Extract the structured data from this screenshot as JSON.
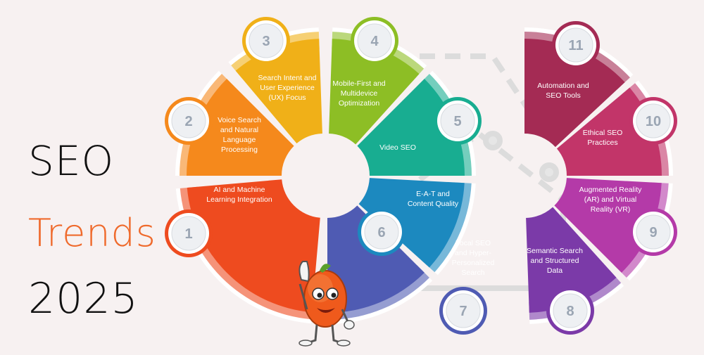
{
  "title": {
    "line1": "SEO",
    "line2": "Trends",
    "line3": "2025"
  },
  "colors": {
    "background": "#f7f1f1",
    "title_accent": "#ef6a2c",
    "number_text": "#9aa5b3"
  },
  "mascot": {
    "icon": "peach-mascot-icon"
  },
  "left_group": [
    {
      "number": "1",
      "label": [
        "AI and Machine",
        "Learning Integration"
      ],
      "color": "#ee4b1f"
    },
    {
      "number": "2",
      "label": [
        "Voice Search",
        "and Natural",
        "Language",
        "Processing"
      ],
      "color": "#f5891c"
    },
    {
      "number": "3",
      "label": [
        "Search Intent and",
        "User Experience",
        "(UX) Focus"
      ],
      "color": "#f0b018"
    }
  ],
  "middle_group": [
    {
      "number": "4",
      "label": [
        "Mobile-First and",
        "Multidevice",
        "Optimization"
      ],
      "color": "#8dbe25"
    },
    {
      "number": "5",
      "label": [
        "Video SEO"
      ],
      "color": "#18ad91"
    },
    {
      "number": "6",
      "label": [
        "E-A-T and",
        "Content Quality"
      ],
      "color": "#1c89bf"
    },
    {
      "number": "7",
      "label": [
        "Local SEO",
        "and Hyper-",
        "Personalized",
        "Search"
      ],
      "color": "#4f5bb3"
    }
  ],
  "right_group": [
    {
      "number": "8",
      "label": [
        "Semantic Search",
        "and Structured",
        "Data"
      ],
      "color": "#7b3aa8"
    },
    {
      "number": "9",
      "label": [
        "Augmented Reality",
        "(AR) and Virtual",
        "Reality (VR)"
      ],
      "color": "#b43aa8"
    },
    {
      "number": "10",
      "label": [
        "Ethical SEO",
        "Practices"
      ],
      "color": "#c23569"
    },
    {
      "number": "11",
      "label": [
        "Automation and",
        "SEO Tools"
      ],
      "color": "#a42b54"
    }
  ]
}
